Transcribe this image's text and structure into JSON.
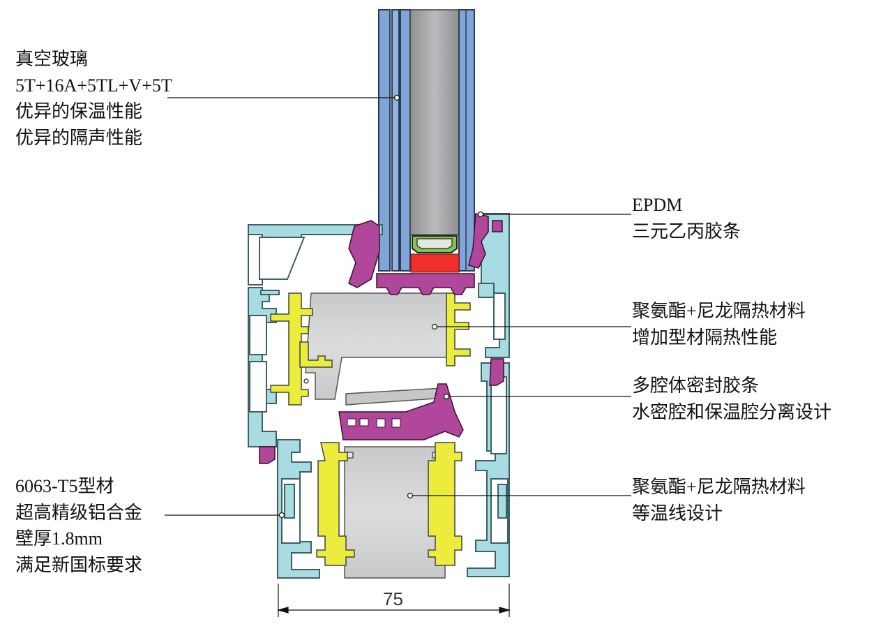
{
  "callouts": {
    "glass": {
      "lines": [
        "真空玻璃",
        "5T+16A+5TL+V+5T",
        "优异的保温性能",
        "优异的隔声性能"
      ]
    },
    "epdm": {
      "lines": [
        "EPDM",
        "三元乙丙胶条"
      ]
    },
    "thermal_upper": {
      "lines": [
        "聚氨酯+尼龙隔热材料",
        "增加型材隔热性能"
      ]
    },
    "gasket": {
      "lines": [
        "多腔体密封胶条",
        "水密腔和保温腔分离设计"
      ]
    },
    "thermal_lower": {
      "lines": [
        "聚氨酯+尼龙隔热材料",
        "等温线设计"
      ]
    },
    "alloy": {
      "lines": [
        "6063-T5型材",
        "超高精级铝合金",
        "壁厚1.8mm",
        "满足新国标要求"
      ]
    }
  },
  "dimension": {
    "value": "75"
  },
  "colors": {
    "aluminum": "#a7dde2",
    "aluminum_edge": "#4a6a72",
    "glass_pane": "#7fa6d8",
    "glass_cavity": "#a4a6a8",
    "insulation_bar": "#ecec3c",
    "rubber_gasket": "#b0479a",
    "foam_fill": "#d4d5d6",
    "spacer_green": "#7ec852",
    "butyl_red": "#f0302a"
  }
}
